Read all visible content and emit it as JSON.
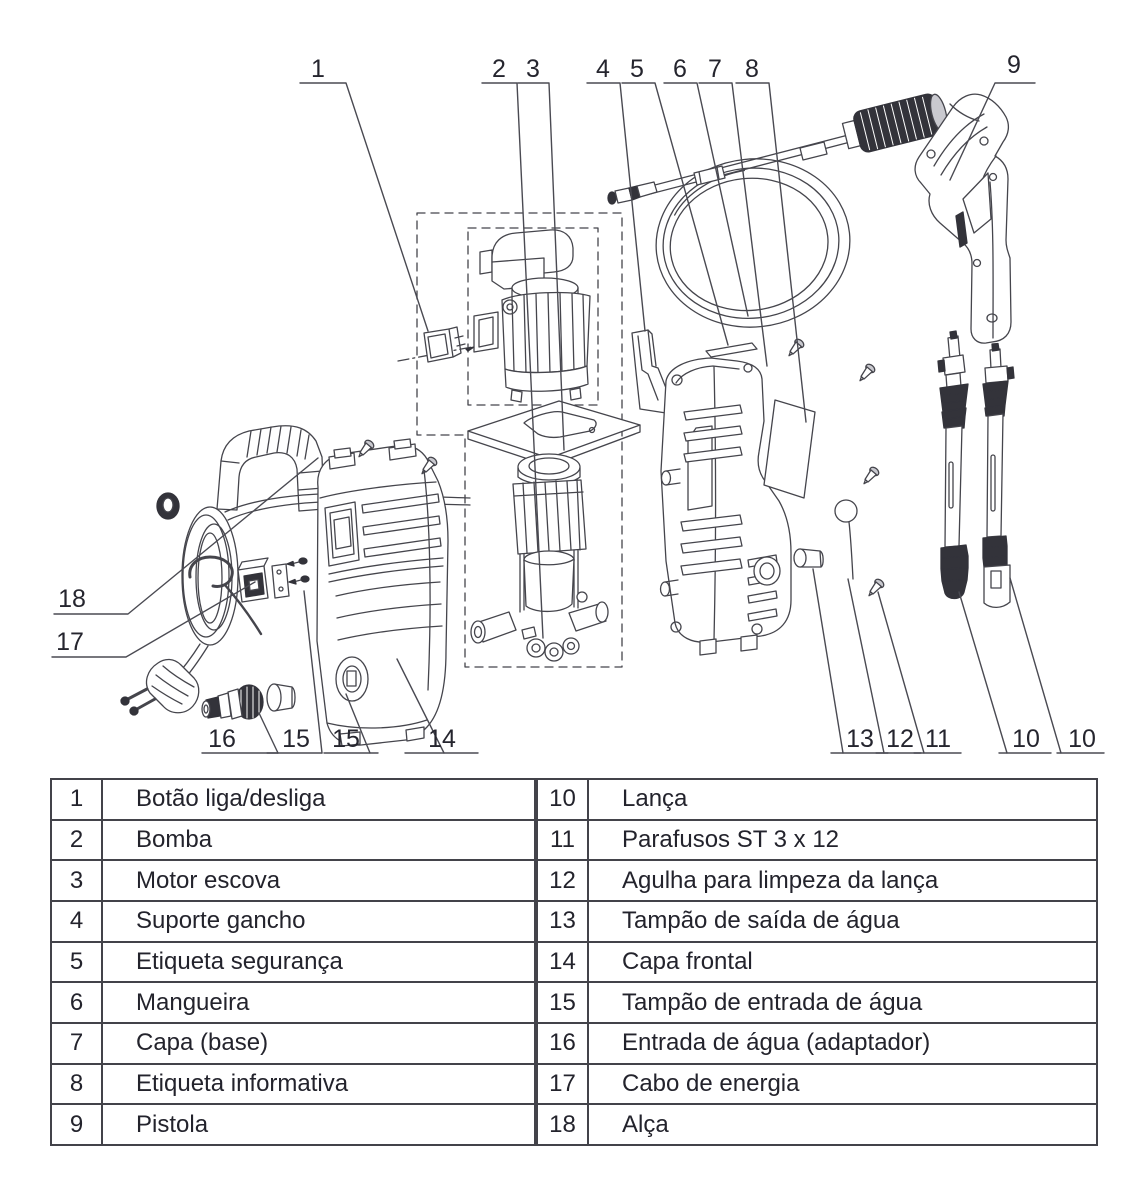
{
  "colors": {
    "line": "#45454c",
    "dark_fill": "#33333a",
    "text": "#23232c",
    "table_border": "#43434a",
    "background": "#ffffff"
  },
  "diagram": {
    "callouts": [
      {
        "label": "1"
      },
      {
        "label": "2"
      },
      {
        "label": "3"
      },
      {
        "label": "4"
      },
      {
        "label": "5"
      },
      {
        "label": "6"
      },
      {
        "label": "7"
      },
      {
        "label": "8"
      },
      {
        "label": "9"
      },
      {
        "label": "18"
      },
      {
        "label": "17"
      },
      {
        "label": "16"
      },
      {
        "label": "15"
      },
      {
        "label": "15"
      },
      {
        "label": "14"
      },
      {
        "label": "13"
      },
      {
        "label": "12"
      },
      {
        "label": "11"
      },
      {
        "label": "10"
      },
      {
        "label": "10"
      }
    ]
  },
  "table": {
    "left": [
      {
        "num": "1",
        "name": "Botão liga/desliga"
      },
      {
        "num": "2",
        "name": "Bomba"
      },
      {
        "num": "3",
        "name": "Motor escova"
      },
      {
        "num": "4",
        "name": "Suporte gancho"
      },
      {
        "num": "5",
        "name": "Etiqueta segurança"
      },
      {
        "num": "6",
        "name": "Mangueira"
      },
      {
        "num": "7",
        "name": "Capa (base)"
      },
      {
        "num": "8",
        "name": "Etiqueta informativa"
      },
      {
        "num": "9",
        "name": "Pistola"
      }
    ],
    "right": [
      {
        "num": "10",
        "name": "Lança"
      },
      {
        "num": "11",
        "name": "Parafusos ST 3 x 12"
      },
      {
        "num": "12",
        "name": "Agulha para limpeza da lança"
      },
      {
        "num": "13",
        "name": "Tampão de saída de água"
      },
      {
        "num": "14",
        "name": "Capa frontal"
      },
      {
        "num": "15",
        "name": "Tampão de entrada de água"
      },
      {
        "num": "16",
        "name": "Entrada de água (adaptador)"
      },
      {
        "num": "17",
        "name": "Cabo de energia"
      },
      {
        "num": "18",
        "name": "Alça"
      }
    ]
  }
}
